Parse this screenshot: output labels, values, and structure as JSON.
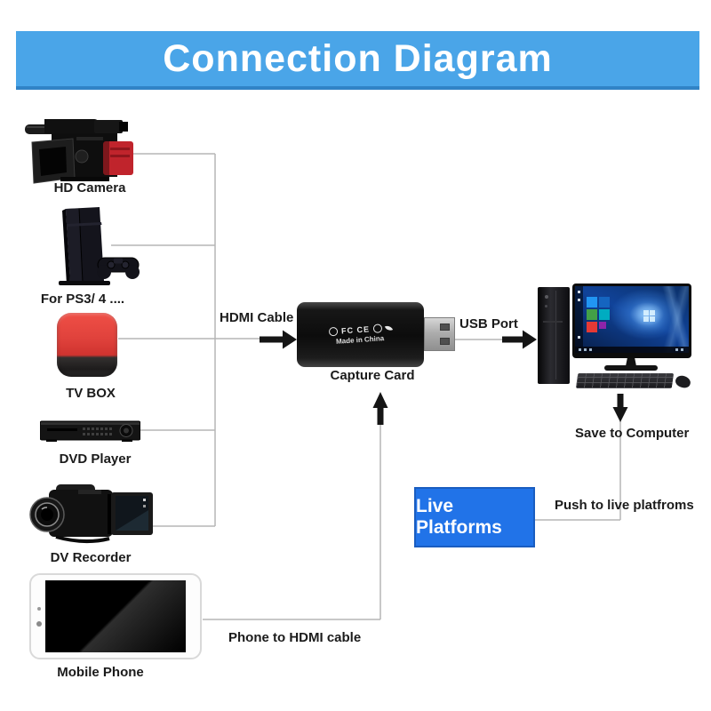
{
  "header": {
    "title": "Connection Diagram"
  },
  "colors": {
    "header_bg": "#4aa5e8",
    "header_border": "#3183c6",
    "live_box_blue": "#2173e8",
    "tv_box_red": "#e0423c",
    "line_gray": "#b5b5b5"
  },
  "devices": [
    {
      "name": "hd-camera",
      "label": "HD Camera"
    },
    {
      "name": "ps-console",
      "label": "For PS3/ 4 ...."
    },
    {
      "name": "tv-box",
      "label": "TV BOX"
    },
    {
      "name": "dvd-player",
      "label": "DVD Player"
    },
    {
      "name": "dv-recorder",
      "label": "DV Recorder"
    },
    {
      "name": "mobile-phone",
      "label": "Mobile Phone"
    }
  ],
  "capture_card": {
    "label": "Capture Card",
    "markings": "FC CE",
    "made_in": "Made in China"
  },
  "connections": {
    "hdmi": "HDMI Cable",
    "usb": "USB Port",
    "save": "Save to Computer",
    "push": "Push to live platfroms",
    "phone_cable": "Phone to HDMI cable"
  },
  "live_platforms": {
    "label": "Live Platforms"
  }
}
